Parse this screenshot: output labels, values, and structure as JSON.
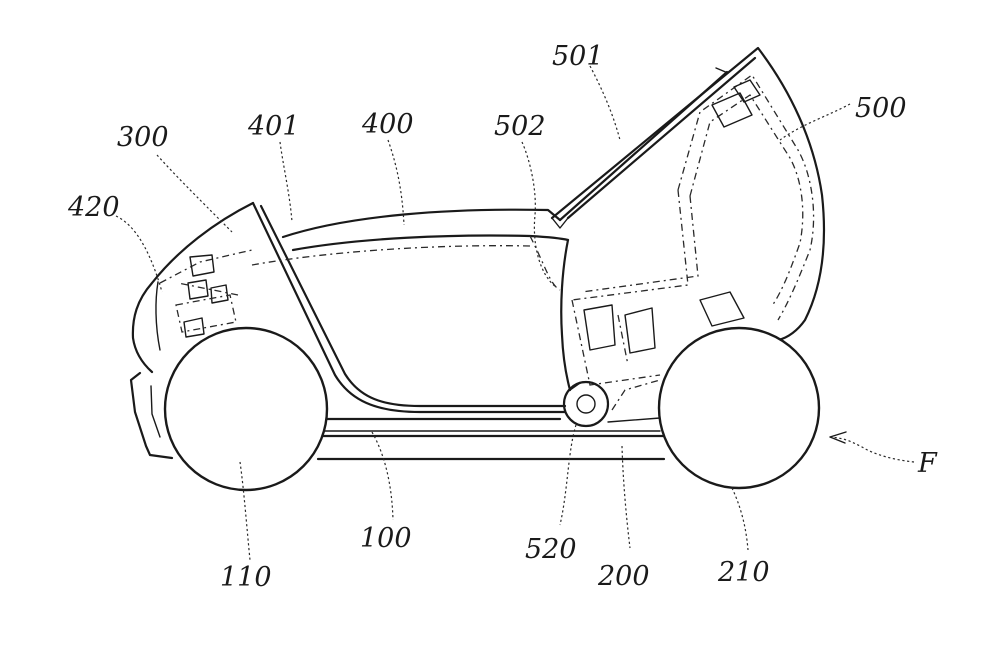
{
  "figure": {
    "labels": {
      "l300": "300",
      "l401": "401",
      "l400": "400",
      "l502": "502",
      "l501": "501",
      "l500": "500",
      "l420": "420",
      "l100": "100",
      "l110": "110",
      "l520": "520",
      "l200": "200",
      "l210": "210",
      "lF": "F"
    }
  }
}
